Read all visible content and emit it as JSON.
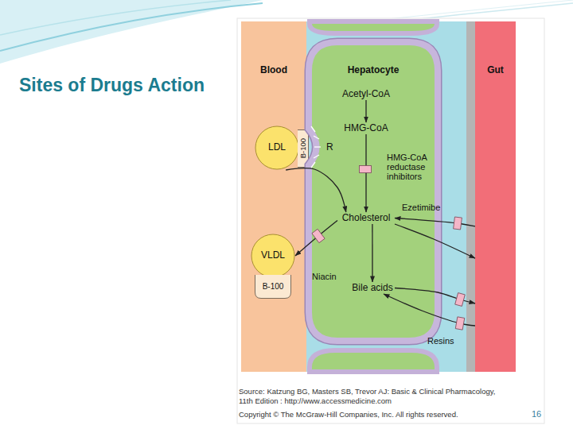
{
  "diagram": {
    "title": "Sites of Drugs Action",
    "nodes": [
      {
        "text": [
          "Blood"
        ]
      },
      {
        "text": [
          "LDL"
        ],
        "in": 0
      },
      {
        "text": [
          "B-100"
        ],
        "in": 0
      },
      {
        "text": [
          "VLDL"
        ],
        "in": 0
      },
      {
        "text": [
          "B-100"
        ],
        "in": 0
      },
      {
        "text": [
          "Hepatocyte"
        ]
      },
      {
        "text": [
          "Acetyl-CoA"
        ],
        "in": 5
      },
      {
        "text": [
          "HMG-CoA"
        ],
        "in": 5
      },
      {
        "text": [
          "Cholesterol"
        ],
        "in": 5
      },
      {
        "text": [
          "Bile acids"
        ],
        "in": 5
      },
      {
        "text": [
          "Gut"
        ]
      }
    ],
    "edges": [
      {
        "from": 6,
        "to": 7,
        "arrow": "to"
      },
      {
        "from": 7,
        "to": 8,
        "arrow": "to",
        "label": "HMG-CoA reductase inhibitors"
      },
      {
        "from": 1,
        "to": 8,
        "arrow": "to"
      },
      {
        "from": 8,
        "to": 3,
        "arrow": "to",
        "label": "Niacin"
      },
      {
        "from": 8,
        "to": 9,
        "arrow": "to"
      },
      {
        "from": 10,
        "to": 8,
        "arrow": "to",
        "label": "Ezetimibe"
      },
      {
        "from": 8,
        "to": 10,
        "arrow": "to"
      },
      {
        "from": 9,
        "to": 10,
        "arrow": "to",
        "label": "Resins"
      },
      {
        "from": 10,
        "to": 9,
        "arrow": "to"
      }
    ],
    "labels": [
      "R",
      "Source: Katzung BG, Masters SB, Trevor AJ: Basic & Clinical Pharmacology,",
      "11th Edition : http://www.accessmedicine.com",
      "Copyright © The McGraw-Hill Companies, Inc. All rights reserved.",
      "16"
    ]
  }
}
